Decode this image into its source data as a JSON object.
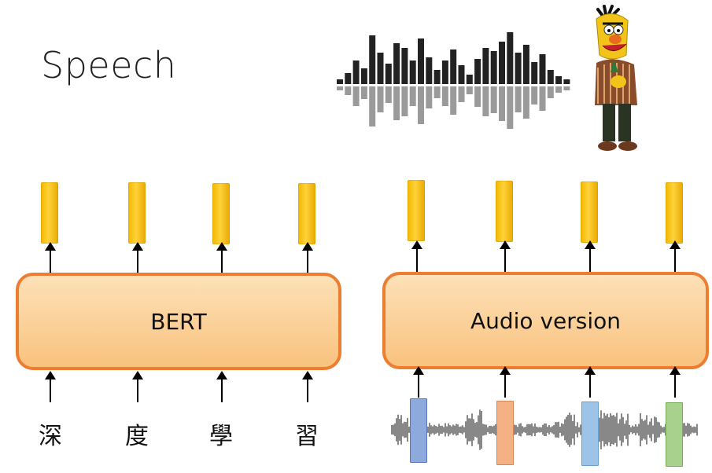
{
  "title": "Speech",
  "left_model": {
    "label": "BERT"
  },
  "right_model": {
    "label": "Audio version"
  },
  "tokens": [
    "深",
    "度",
    "學",
    "習"
  ],
  "colors": {
    "output_bar": "#f5be00",
    "model_border": "#ed7d31",
    "model_fill": "#fbcf96",
    "segments": [
      "#8ea9db",
      "#f4b183",
      "#9dc3e6",
      "#a9d18e"
    ]
  },
  "icons": [
    "waveform-icon",
    "cartoon-character-icon",
    "audio-waveform-icon"
  ]
}
